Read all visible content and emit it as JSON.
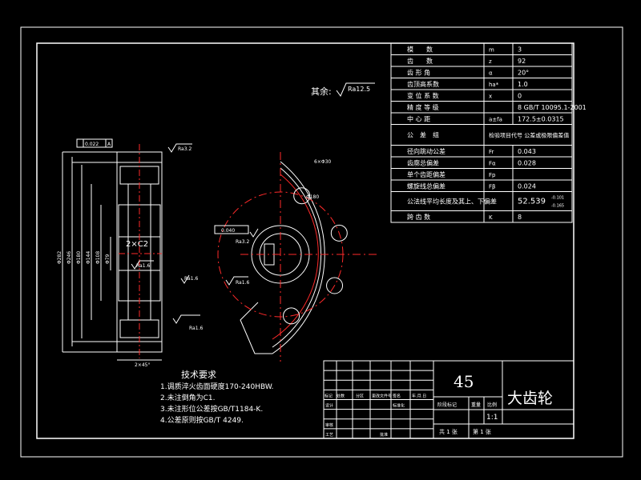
{
  "roughness_note": {
    "prefix": "其余:",
    "value": "Ra12.5"
  },
  "param_table": [
    {
      "name": "模　　数",
      "symbol": "m",
      "value": "3"
    },
    {
      "name": "齿　　数",
      "symbol": "z",
      "value": "92"
    },
    {
      "name": "齿 形 角",
      "symbol": "α",
      "value": "20°"
    },
    {
      "name": "齿顶高系数",
      "symbol": "ha*",
      "value": "1.0"
    },
    {
      "name": "变 位 系 数",
      "symbol": "x",
      "value": "0"
    },
    {
      "name": "精 度 等 级",
      "symbol": "",
      "value": "8 GB/T 10095.1-2001"
    },
    {
      "name": "中 心 距",
      "symbol": "a±fa",
      "value": "172.5±0.0315"
    },
    {
      "name": "公　差　组",
      "symbol": "",
      "value": "检验项目代号 公差或极限偏差值"
    },
    {
      "name": "径向跳动公差",
      "symbol": "Fr",
      "value": "0.043"
    },
    {
      "name": "齿廓总偏差",
      "symbol": "Fα",
      "value": "0.028"
    },
    {
      "name": "单个齿距偏差",
      "symbol": "Fp",
      "value": ""
    },
    {
      "name": "螺旋线总偏差",
      "symbol": "Fβ",
      "value": "0.024"
    },
    {
      "name": "公法线平均长度及其上、下偏差",
      "symbol": "",
      "value": "52.539",
      "upper": "-0.101",
      "lower": "-0.165"
    },
    {
      "name": "跨 齿 数",
      "symbol": "K",
      "value": "8"
    }
  ],
  "section_labels": {
    "runout_top": "0.022",
    "datum_a": "A",
    "chamfer": "2×C2",
    "dims_left": [
      "Φ282",
      "Φ246",
      "Φ180",
      "Φ144",
      "Φ108",
      "Φ79"
    ],
    "small_ra": [
      "Ra3.2",
      "Ra1.6",
      "Ra1.6",
      "Ra1.6"
    ],
    "bottom_dim": "2×45°"
  },
  "front_labels": {
    "runout": "0.040",
    "holes": "6×Φ30",
    "pitch": "Φ180",
    "roughness": "Ra1.6",
    "keyway": "Ra3.2"
  },
  "tech_requirements": {
    "title": "技术要求",
    "items": [
      "1.调质淬火齿面硬度170-240HBW.",
      "2.未注倒角为C1.",
      "3.未注形位公差按GB/T1184-K.",
      "4.公差原则按GB/T 4249."
    ]
  },
  "title_block": {
    "material": "45",
    "part_name": "大齿轮",
    "scale": "1:1",
    "scale_label": "比例",
    "weight_label": "重量",
    "stage_label": "阶段标记",
    "sheet_total": "共 1 张",
    "sheet_no": "第 1 张",
    "row_labels": [
      "标记",
      "处数",
      "分区",
      "更改文件号",
      "签名",
      "年.月.日"
    ],
    "designer_label": "设计",
    "standard_label": "标准化",
    "reviewer_label": "审核",
    "process_label": "工艺",
    "approve_label": "批准"
  }
}
